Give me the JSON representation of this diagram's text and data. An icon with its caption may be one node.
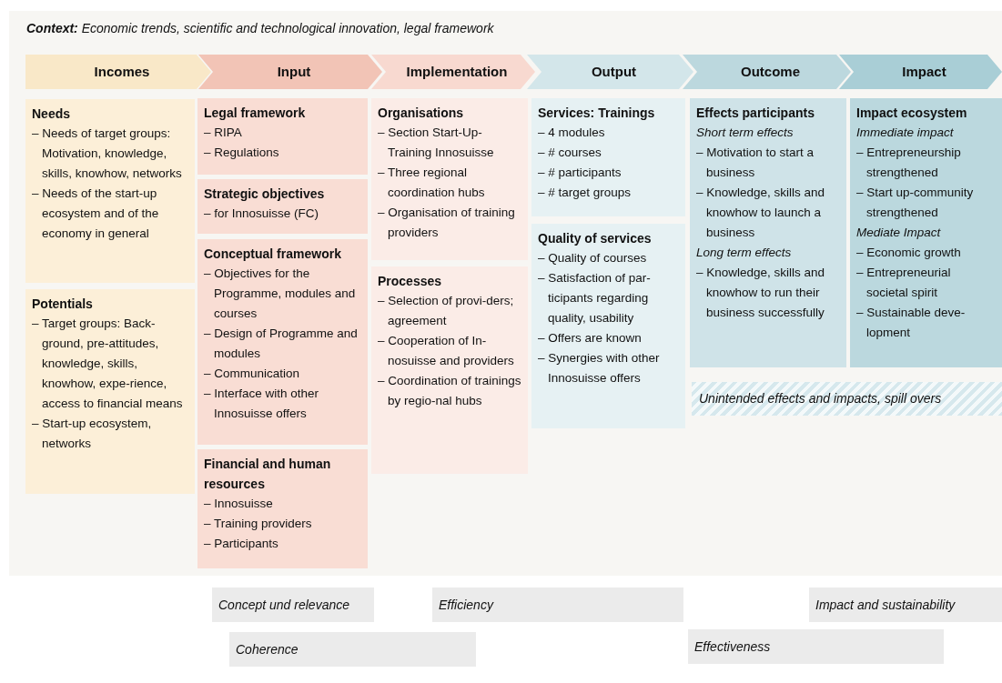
{
  "diagram": {
    "nodes": [
      {
        "text": [
          "**Context:** Economic trends, scientific and technological innovation, legal framework"
        ]
      },
      {
        "text": [
          "Incomes"
        ],
        "in": 0
      },
      {
        "text": [
          "Input"
        ],
        "in": 0
      },
      {
        "text": [
          "Implementation"
        ],
        "in": 0
      },
      {
        "text": [
          "Output"
        ],
        "in": 0
      },
      {
        "text": [
          "Outcome"
        ],
        "in": 0
      },
      {
        "text": [
          "Impact"
        ],
        "in": 0
      },
      {
        "text": [
          "Needs",
          "– Needs of target groups: Motivation, knowledge, skills, knowhow, networks",
          "– Needs of the start-up ecosystem and of the economy in general"
        ],
        "in": 0
      },
      {
        "text": [
          "Potentials",
          "– Target groups: Back-ground, pre-attitudes, knowledge, skills, knowhow, expe-rience, access to financial means",
          "– Start-up ecosystem, networks"
        ],
        "in": 0
      },
      {
        "text": [
          "Legal framework",
          "– RIPA",
          "– Regulations"
        ],
        "in": 0
      },
      {
        "text": [
          "Strategic objectives",
          "– for Innosuisse (FC)"
        ],
        "in": 0
      },
      {
        "text": [
          "Conceptual framework",
          "– Objectives for the Programme, modules and courses",
          "– Design of Programme and modules",
          "– Communication",
          "– Interface with other Innosuisse offers"
        ],
        "in": 0
      },
      {
        "text": [
          "Financial and human resources",
          "– Innosuisse",
          "– Training providers",
          "– Participants"
        ],
        "in": 0
      },
      {
        "text": [
          "Organisations",
          "– Section Start-Up-Training Innosuisse",
          "– Three regional coordination hubs",
          "– Organisation of training providers"
        ],
        "in": 0
      },
      {
        "text": [
          "Processes",
          "– Selection of provi-ders;  agreement",
          "– Cooperation of In-nosuisse and providers",
          "– Coordination of trainings by regio-nal hubs"
        ],
        "in": 0
      },
      {
        "text": [
          "Services: Trainings",
          "– 4 modules",
          "– # courses",
          "– # participants",
          "– # target groups"
        ],
        "in": 0
      },
      {
        "text": [
          "Quality of services",
          "– Quality of courses",
          "– Satisfaction of par-ticipants regarding quality, usability",
          "– Offers are known",
          "– Synergies with other Innosuisse offers"
        ],
        "in": 0
      },
      {
        "text": [
          "Effects participants",
          "*Short term effects*",
          "– Motivation to start a business",
          "– Knowledge, skills and knowhow to launch a business",
          "*Long term effects*",
          "– Knowledge, skills and knowhow to run their business successfully"
        ],
        "in": 0
      },
      {
        "text": [
          "Impact ecosystem",
          "*Immediate impact*",
          "– Entrepreneurship strengthened",
          "– Start up-community strengthened",
          "*Mediate Impact*",
          "– Economic growth",
          "– Entrepreneurial societal spirit",
          "– Sustainable deve-lopment"
        ],
        "in": 0
      },
      {
        "text": [
          "Unintended effects and impacts, spill overs"
        ],
        "in": 0
      },
      {
        "text": [
          "Concept und relevance"
        ]
      },
      {
        "text": [
          "Efficiency"
        ]
      },
      {
        "text": [
          "Impact and sustainability"
        ]
      },
      {
        "text": [
          "Coherence"
        ]
      },
      {
        "text": [
          "Effectiveness"
        ]
      }
    ]
  }
}
